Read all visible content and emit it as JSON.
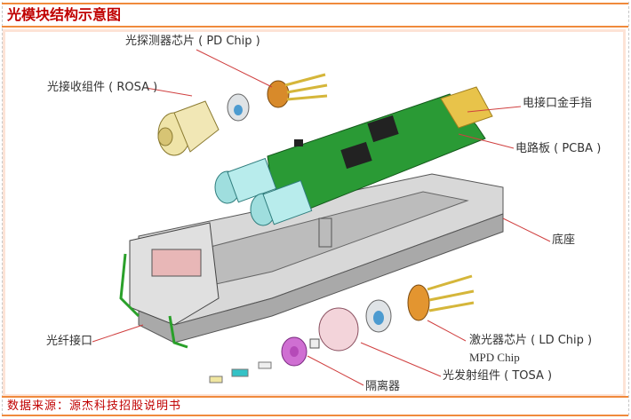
{
  "title": "光模块结构示意图",
  "source": "数据来源：源杰科技招股说明书",
  "diagram": {
    "labels": {
      "pd_chip": "光探测器芯片 ( PD Chip )",
      "rosa": "光接收组件 ( ROSA )",
      "gold_finger": "电接口金手指",
      "pcba": "电路板 ( PCBA )",
      "base": "底座",
      "fiber_port": "光纤接口",
      "ld_chip": "激光器芯片 ( LD Chip )",
      "mpd_chip": "MPD Chip",
      "tosa": "光发射组件 ( TOSA )",
      "isolator": "隔离器"
    }
  }
}
